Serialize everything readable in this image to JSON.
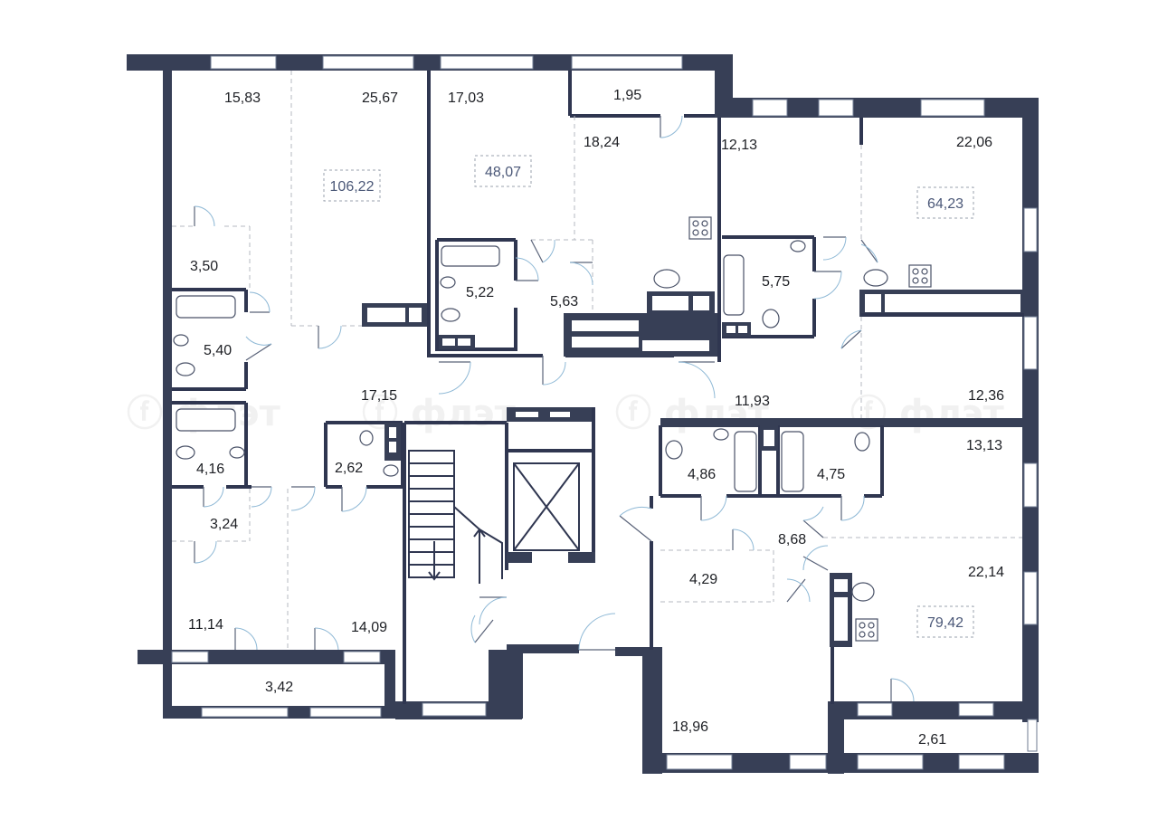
{
  "apartments": [
    {
      "total": "106,22"
    },
    {
      "total": "48,07"
    },
    {
      "total": "64,23"
    },
    {
      "total": "79,42"
    }
  ],
  "rooms": [
    {
      "area": "15,83"
    },
    {
      "area": "25,67"
    },
    {
      "area": "17,03"
    },
    {
      "area": "1,95"
    },
    {
      "area": "18,24"
    },
    {
      "area": "12,13"
    },
    {
      "area": "22,06"
    },
    {
      "area": "3,50"
    },
    {
      "area": "5,22"
    },
    {
      "area": "5,63"
    },
    {
      "area": "5,75"
    },
    {
      "area": "5,40"
    },
    {
      "area": "17,15"
    },
    {
      "area": "11,93"
    },
    {
      "area": "12,36"
    },
    {
      "area": "4,16"
    },
    {
      "area": "2,62"
    },
    {
      "area": "4,86"
    },
    {
      "area": "4,75"
    },
    {
      "area": "13,13"
    },
    {
      "area": "3,24"
    },
    {
      "area": "8,68"
    },
    {
      "area": "4,29"
    },
    {
      "area": "22,14"
    },
    {
      "area": "11,14"
    },
    {
      "area": "14,09"
    },
    {
      "area": "3,42"
    },
    {
      "area": "18,96"
    },
    {
      "area": "2,61"
    }
  ],
  "colors": {
    "wall": "#373f56",
    "label": "#1d1f24",
    "total": "#4b5878"
  }
}
